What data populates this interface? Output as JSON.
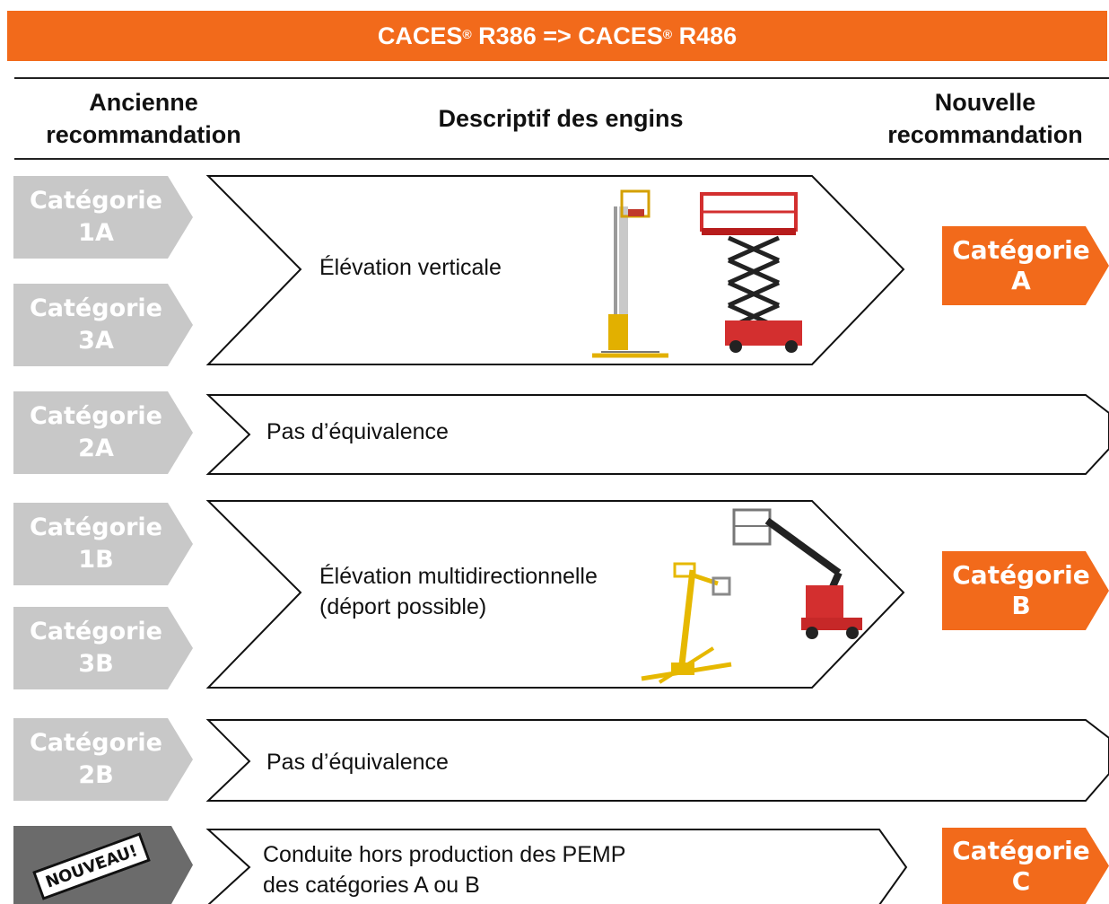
{
  "title": {
    "left": "CACES",
    "left_sup": "®",
    "middle": " R386 => CACES",
    "right_sup": "®",
    "right": " R486"
  },
  "headers": {
    "old_line1": "Ancienne",
    "old_line2": "recommandation",
    "description": "Descriptif des engins",
    "new_line1": "Nouvelle",
    "new_line2": "recommandation"
  },
  "old_categories": [
    {
      "line1": "Catégorie",
      "line2": "1A"
    },
    {
      "line1": "Catégorie",
      "line2": "3A"
    },
    {
      "line1": "Catégorie",
      "line2": "2A"
    },
    {
      "line1": "Catégorie",
      "line2": "1B"
    },
    {
      "line1": "Catégorie",
      "line2": "3B"
    },
    {
      "line1": "Catégorie",
      "line2": "2B"
    }
  ],
  "new_badge": "NOUVEAU!",
  "descriptions": [
    {
      "line1": "Élévation verticale",
      "line2": ""
    },
    {
      "line1": "Pas d’équivalence",
      "line2": ""
    },
    {
      "line1": "Élévation multidirectionnelle",
      "line2": "(déport possible)"
    },
    {
      "line1": "Pas d’équivalence",
      "line2": ""
    },
    {
      "line1": "Conduite hors production des PEMP",
      "line2": "des catégories A ou B"
    }
  ],
  "new_categories": [
    {
      "line1": "Catégorie",
      "line2": "A"
    },
    {
      "line1": "Catégorie",
      "line2": "B"
    },
    {
      "line1": "Catégorie",
      "line2": "C"
    }
  ],
  "colors": {
    "accent": "#f26a1b",
    "old_category_gray": "#c8c8c8",
    "nouveau_gray": "#6b6b6b"
  },
  "images": [
    "mast-lift-image",
    "scissor-lift-image",
    "telescopic-boom-lift-image",
    "articulated-boom-lift-image"
  ]
}
